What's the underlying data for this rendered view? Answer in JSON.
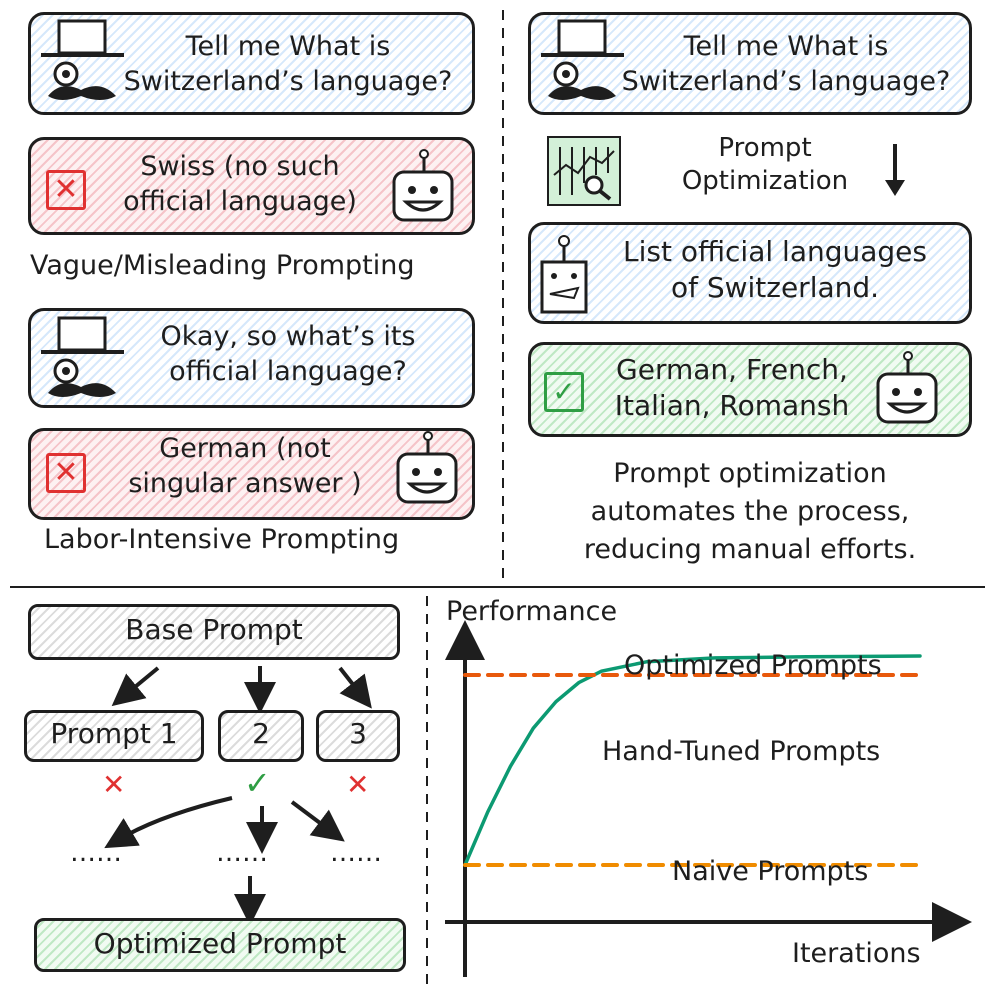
{
  "top_left": {
    "user_q1": [
      "Tell me What is",
      "Switzerland’s language?"
    ],
    "bot_a1": [
      "Swiss (no such",
      "official language)"
    ],
    "caption1": "Vague/Misleading Prompting",
    "user_q2": [
      "Okay, so what’s its",
      "official language?"
    ],
    "bot_a2": [
      "German (not",
      "singular answer )"
    ],
    "caption2": "Labor-Intensive Prompting"
  },
  "top_right": {
    "user_q": [
      "Tell me What is",
      "Switzerland’s language?"
    ],
    "optimizer_label": [
      "Prompt",
      "Optimization"
    ],
    "optimized_prompt": [
      "List official languages",
      "of Switzerland."
    ],
    "bot_answer": [
      "German, French,",
      "Italian, Romansh"
    ],
    "caption": [
      "Prompt optimization",
      "automates the process,",
      "reducing manual efforts."
    ]
  },
  "bottom_left": {
    "base": "Base Prompt",
    "candidates": [
      "Prompt 1",
      "2",
      "3"
    ],
    "marks": [
      "✕",
      "✓",
      "✕"
    ],
    "dots": [
      "……",
      "……",
      "……"
    ],
    "final": "Optimized Prompt"
  },
  "chart_data": {
    "type": "line",
    "xlabel": "Iterations",
    "ylabel": "Performance",
    "series": [
      {
        "name": "Optimized Prompts",
        "color": "#0c9a72",
        "style": "solid",
        "points": [
          [
            0,
            0.2
          ],
          [
            0.05,
            0.34
          ],
          [
            0.1,
            0.46
          ],
          [
            0.15,
            0.56
          ],
          [
            0.2,
            0.63
          ],
          [
            0.25,
            0.68
          ],
          [
            0.3,
            0.71
          ],
          [
            0.4,
            0.735
          ],
          [
            0.55,
            0.745
          ],
          [
            0.75,
            0.748
          ],
          [
            1,
            0.75
          ]
        ]
      },
      {
        "name": "Hand-Tuned Prompts",
        "color": "#e8590c",
        "style": "dashed",
        "points": [
          [
            0,
            0.7
          ],
          [
            1,
            0.7
          ]
        ]
      },
      {
        "name": "Naive Prompts",
        "color": "#f08c00",
        "style": "dashed",
        "points": [
          [
            0,
            0.2
          ],
          [
            1,
            0.2
          ]
        ]
      }
    ]
  },
  "colors": {
    "red": "#e03131",
    "green": "#2f9e44",
    "blue_fill": "#d6e8fb",
    "red_fill": "#f5c4c9",
    "green_fill": "#bfe8c4"
  }
}
